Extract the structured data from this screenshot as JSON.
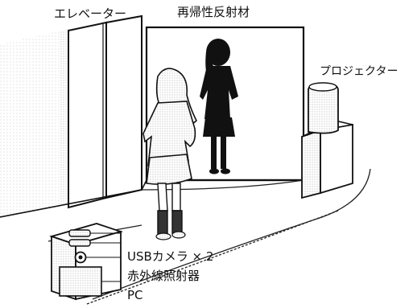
{
  "labels": {
    "elevator": "エレベーター",
    "retroreflector": "再帰性反射材",
    "projector": "プロジェクター",
    "equipment": {
      "cameras": "USBカメラ × 2",
      "ir_illuminator": "赤外線照射器",
      "pc": "PC"
    }
  },
  "icons": {
    "child": "child-figure-icon",
    "shadow": "shadow-silhouette-icon",
    "projector": "projector-icon",
    "pc_tower": "pc-tower-icon"
  }
}
